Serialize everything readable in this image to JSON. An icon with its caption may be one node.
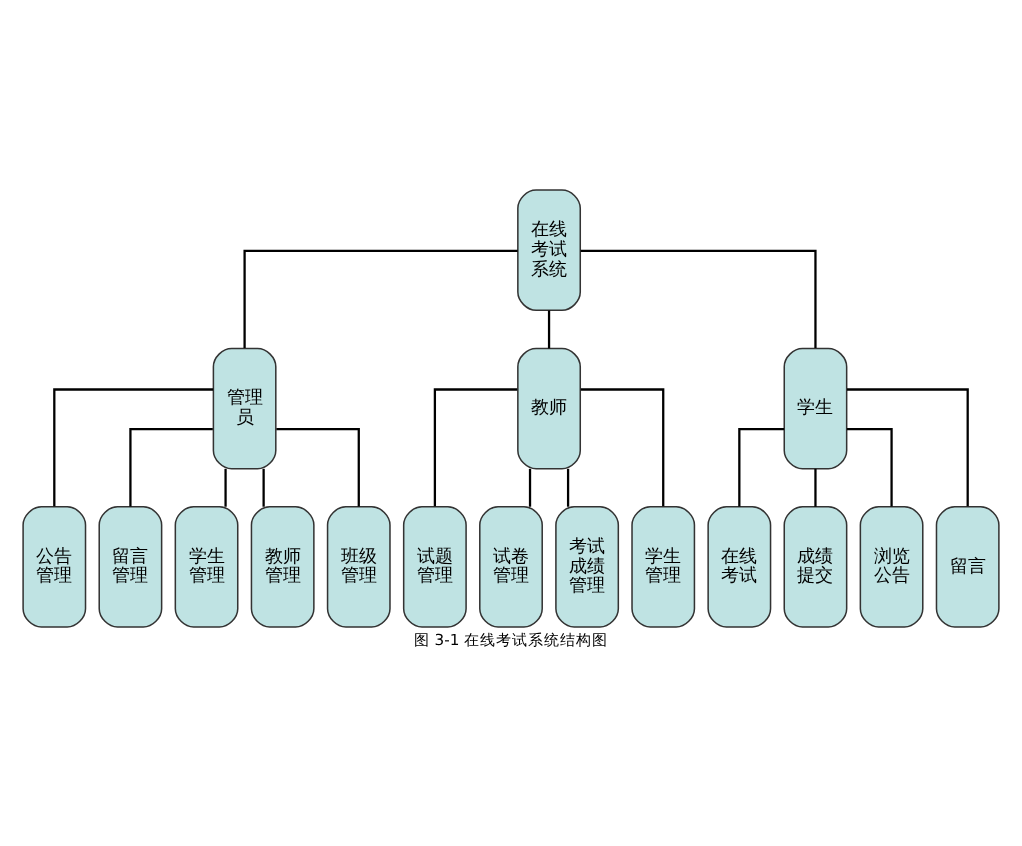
{
  "diagram": {
    "caption": "图 3-1 在线考试系统结构图",
    "nodes": [
      {
        "text": [
          "在线考试系统"
        ]
      },
      {
        "text": [
          "管理员"
        ]
      },
      {
        "text": [
          "教师"
        ]
      },
      {
        "text": [
          "学生"
        ]
      },
      {
        "text": [
          "公告管理"
        ]
      },
      {
        "text": [
          "留言管理"
        ]
      },
      {
        "text": [
          "学生管理"
        ]
      },
      {
        "text": [
          "教师管理"
        ]
      },
      {
        "text": [
          "班级管理"
        ]
      },
      {
        "text": [
          "试题管理"
        ]
      },
      {
        "text": [
          "试卷管理"
        ]
      },
      {
        "text": [
          "考试成绩管理"
        ]
      },
      {
        "text": [
          "学生管理"
        ]
      },
      {
        "text": [
          "在线考试"
        ]
      },
      {
        "text": [
          "成绩提交"
        ]
      },
      {
        "text": [
          "浏览公告"
        ]
      },
      {
        "text": [
          "留言"
        ]
      }
    ],
    "edges": [
      {
        "from": 0,
        "to": 1,
        "arrow": "none"
      },
      {
        "from": 0,
        "to": 2,
        "arrow": "none"
      },
      {
        "from": 0,
        "to": 3,
        "arrow": "none"
      },
      {
        "from": 1,
        "to": 4,
        "arrow": "none"
      },
      {
        "from": 1,
        "to": 5,
        "arrow": "none"
      },
      {
        "from": 1,
        "to": 6,
        "arrow": "none"
      },
      {
        "from": 1,
        "to": 7,
        "arrow": "none"
      },
      {
        "from": 1,
        "to": 8,
        "arrow": "none"
      },
      {
        "from": 2,
        "to": 9,
        "arrow": "none"
      },
      {
        "from": 2,
        "to": 10,
        "arrow": "none"
      },
      {
        "from": 2,
        "to": 11,
        "arrow": "none"
      },
      {
        "from": 2,
        "to": 12,
        "arrow": "none"
      },
      {
        "from": 3,
        "to": 13,
        "arrow": "none"
      },
      {
        "from": 3,
        "to": 14,
        "arrow": "none"
      },
      {
        "from": 3,
        "to": 15,
        "arrow": "none"
      },
      {
        "from": 3,
        "to": 16,
        "arrow": "none"
      }
    ]
  }
}
